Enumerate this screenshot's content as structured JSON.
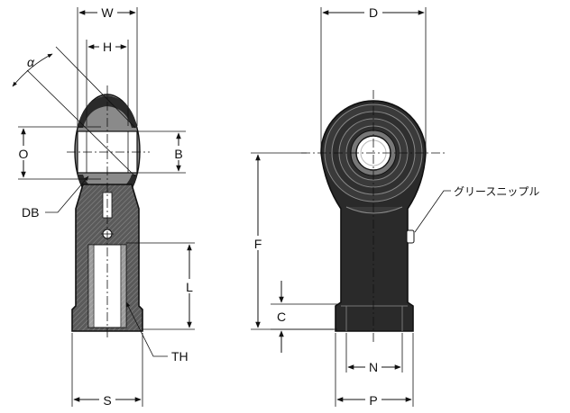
{
  "labels": {
    "W": "W",
    "H": "H",
    "alpha": "α",
    "O": "O",
    "B": "B",
    "DB": "DB",
    "L": "L",
    "TH": "TH",
    "S": "S",
    "D": "D",
    "F": "F",
    "C": "C",
    "N": "N",
    "P": "P",
    "grease_nipple": "グリースニップル"
  },
  "colors": {
    "body": "#2a2a2a",
    "ball": "#8a8a8a",
    "bore": "#ffffff",
    "line": "#111111"
  }
}
